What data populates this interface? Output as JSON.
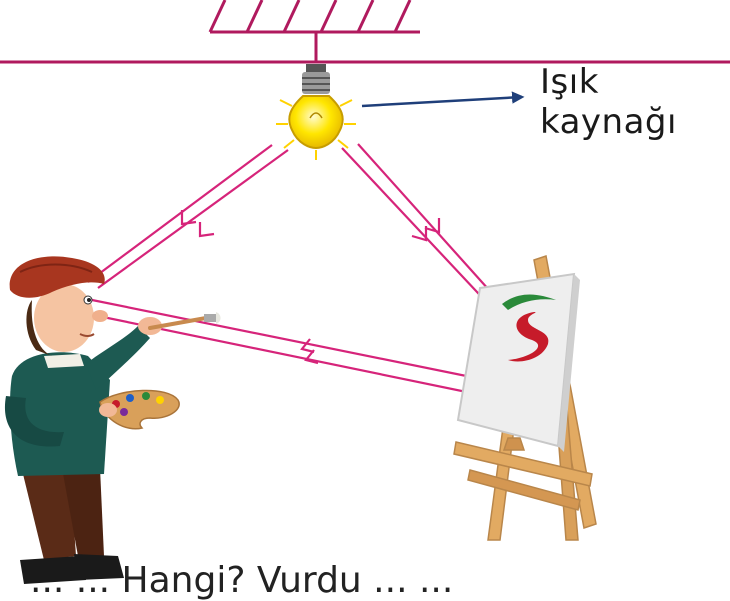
{
  "labels": {
    "light_source": "Işık kaynağı",
    "bottom_cutoff": "... ... Hangi? Vurdu ... ..."
  },
  "colors": {
    "ray": "#d6247a",
    "arrow": "#1f3f7a",
    "ceiling": "#b01a5e",
    "bulb": "#ffe600",
    "sweater": "#1d5a52",
    "cap": "#a8361f",
    "pants": "#5a2b17",
    "easel": "#d9a05a",
    "canvas": "#eeeeee",
    "paint_red": "#c61b2a",
    "paint_green": "#2a8a3a"
  },
  "icons": [
    "ceiling-hatch-icon",
    "light-bulb-icon",
    "painter-figure",
    "easel-icon",
    "canvas-painting-icon",
    "palette-icon",
    "paintbrush-icon",
    "arrow-right-icon"
  ]
}
